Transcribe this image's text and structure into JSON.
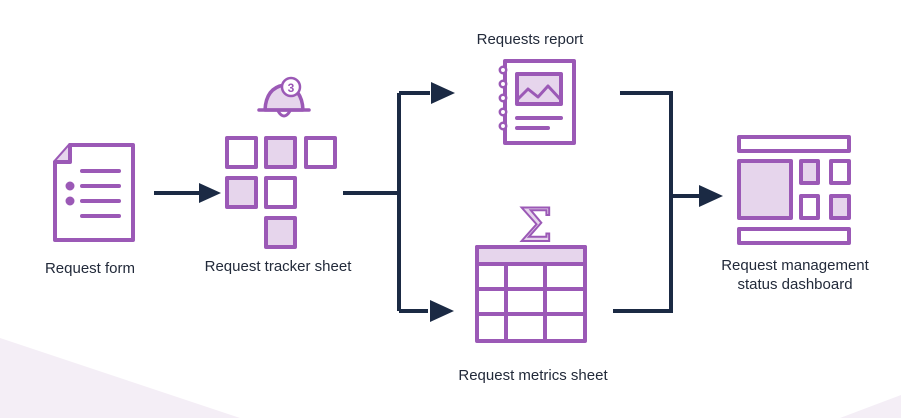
{
  "nodes": {
    "form": {
      "label": "Request form",
      "icon": "document-form-icon"
    },
    "tracker": {
      "label": "Request tracker sheet",
      "icon": "tracker-grid-icon",
      "notification_count": "3"
    },
    "report": {
      "label": "Requests report",
      "icon": "spiral-report-icon"
    },
    "metrics": {
      "label": "Request metrics sheet",
      "icon": "spreadsheet-sum-icon",
      "sum_symbol": "Σ"
    },
    "dashboard": {
      "label": "Request management status dashboard",
      "icon": "dashboard-layout-icon"
    }
  },
  "colors": {
    "purple": "#9b59b6",
    "purple_fill": "#e6d5ec",
    "arrow": "#1b2a44",
    "background_tint": "#f4eef6"
  }
}
